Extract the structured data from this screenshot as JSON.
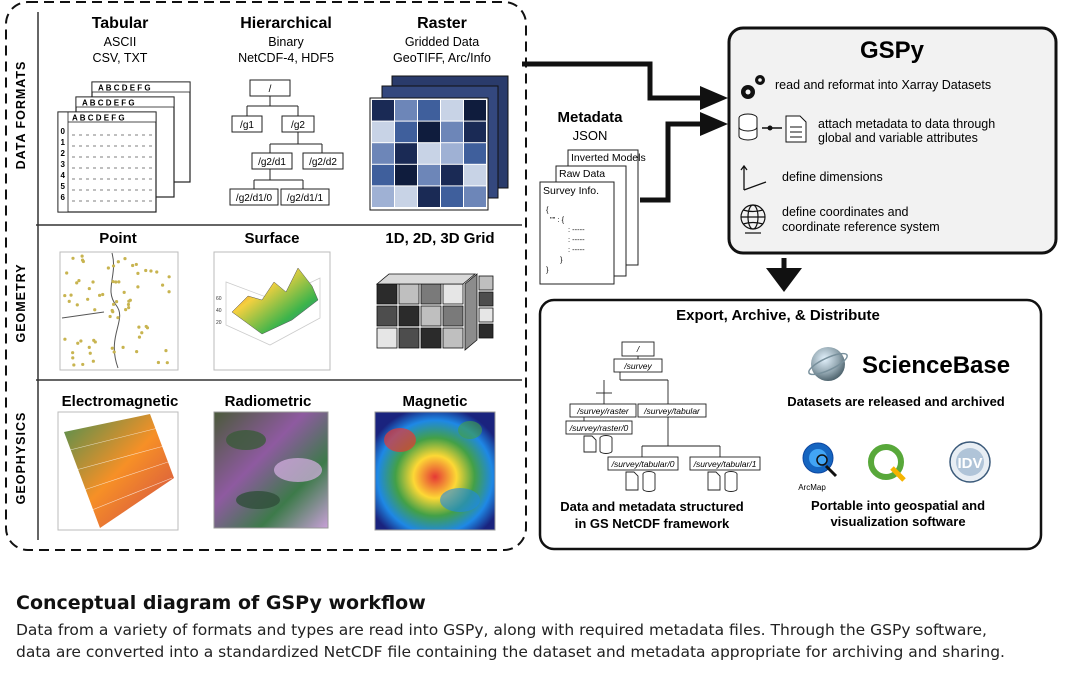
{
  "left_panel": {
    "row_labels": [
      "DATA FORMATS",
      "GEOMETRY",
      "GEOPHYSICS"
    ],
    "formats": [
      {
        "title": "Tabular",
        "line1": "ASCII",
        "line2": "CSV, TXT"
      },
      {
        "title": "Hierarchical",
        "line1": "Binary",
        "line2": "NetCDF-4, HDF5"
      },
      {
        "title": "Raster",
        "line1": "Gridded Data",
        "line2": "GeoTIFF, Arc/Info"
      }
    ],
    "table_columns": "A B C D E F G",
    "table_rows": [
      "0",
      "1",
      "2",
      "3",
      "4",
      "5",
      "6"
    ],
    "hierarchy_nodes": [
      "/",
      "/g1",
      "/g2",
      "/g2/d1",
      "/g2/d2",
      "/g2/d1/0",
      "/g2/d1/1"
    ],
    "geometry": [
      "Point",
      "Surface",
      "1D, 2D, 3D Grid"
    ],
    "geophysics": [
      "Electromagnetic",
      "Radiometric",
      "Magnetic"
    ]
  },
  "metadata": {
    "title": "Metadata",
    "subtitle": "JSON",
    "files": [
      "Inverted Models",
      "Raw Data",
      "Survey Info."
    ],
    "json_lines": [
      "{",
      "\"\" : {",
      ": -----",
      ": -----",
      ": -----",
      "}",
      "}"
    ]
  },
  "gspy": {
    "title": "GSPy",
    "steps": [
      {
        "icon": "gears-icon",
        "lines": [
          "read and reformat into Xarray Datasets"
        ]
      },
      {
        "icon": "database-to-document-icon",
        "lines": [
          "attach metadata to data through",
          "global and variable attributes"
        ]
      },
      {
        "icon": "axes-icon",
        "lines": [
          "define dimensions"
        ]
      },
      {
        "icon": "globe-icon",
        "lines": [
          "define coordinates and",
          "coordinate reference system"
        ]
      }
    ]
  },
  "export": {
    "title": "Export, Archive, & Distribute",
    "tree_nodes": [
      "/",
      "/survey",
      "/survey/raster",
      "/survey/tabular",
      "/survey/raster/0",
      "/survey/tabular/0",
      "/survey/tabular/1"
    ],
    "tree_caption": [
      "Data and metadata structured",
      "in GS NetCDF framework"
    ],
    "sciencebase_label": "ScienceBase",
    "sciencebase_caption": "Datasets are released and archived",
    "software": [
      "ArcMap",
      "IDV"
    ],
    "software_caption": [
      "Portable into geospatial and",
      "visualization software"
    ]
  },
  "caption": {
    "title": "Conceptual diagram of GSPy workflow",
    "body": "Data from a variety of formats and types are read into GSPy, along with required metadata files. Through the GSPy software, data are converted into a standardized NetCDF file containing the dataset and metadata appropriate for archiving and sharing."
  },
  "colors": {
    "gspy_fill": "#f2f2f2",
    "raster_dark": "#1a2a55",
    "raster_mid": "#3f5f9c",
    "raster_light": "#c8d3e6"
  }
}
